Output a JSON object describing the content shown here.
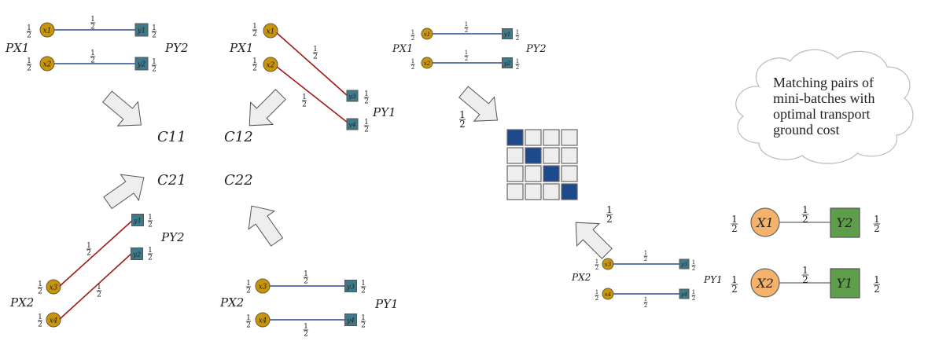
{
  "fraction": {
    "num": "1",
    "den": "2"
  },
  "cloud": {
    "lines": [
      "Matching pairs of",
      "mini-batches with",
      "optimal transport",
      "ground cost"
    ]
  },
  "cost_labels": {
    "c11": "C11",
    "c12": "C12",
    "c21": "C21",
    "c22": "C22"
  },
  "colors": {
    "x_node": "#c8960c",
    "y_node": "#3f7a8a",
    "blue_edge": "#2a4f9a",
    "red_edge": "#a01818",
    "matrix_on": "#1d4a8c",
    "matrix_off": "#eeeeee",
    "big_x": "#f4b26c",
    "big_y": "#5e9e4a",
    "arrow_fill": "#eeeeee"
  },
  "panels": [
    {
      "name": "top-left",
      "px": "PX1",
      "py": "PY2",
      "x": [
        "x1",
        "x2"
      ],
      "y": [
        "y1",
        "y2"
      ],
      "edge": "blue"
    },
    {
      "name": "top-middle",
      "px": "PX1",
      "py": "PY1",
      "x": [
        "x1",
        "x2"
      ],
      "y": [
        "y3",
        "y4"
      ],
      "edge": "red"
    },
    {
      "name": "top-right",
      "px": "PX1",
      "py": "PY2",
      "x": [
        "x1",
        "x2"
      ],
      "y": [
        "y1",
        "y2"
      ],
      "edge": "blue"
    },
    {
      "name": "bottom-left",
      "px": "PX2",
      "py": "PY2",
      "x": [
        "x3",
        "x4"
      ],
      "y": [
        "y1",
        "y2"
      ],
      "edge": "red"
    },
    {
      "name": "bottom-middle",
      "px": "PX2",
      "py": "PY1",
      "x": [
        "x3",
        "x4"
      ],
      "y": [
        "y3",
        "y4"
      ],
      "edge": "blue"
    },
    {
      "name": "bottom-right",
      "px": "PX2",
      "py": "PY1",
      "x": [
        "x3",
        "x4"
      ],
      "y": [
        "y3",
        "y4"
      ],
      "edge": "blue"
    }
  ],
  "matrix": {
    "rows": 4,
    "cols": 4,
    "selected": [
      [
        0,
        0
      ],
      [
        1,
        1
      ],
      [
        2,
        2
      ],
      [
        3,
        3
      ]
    ]
  },
  "result": {
    "pairs": [
      {
        "x": "X1",
        "y": "Y2"
      },
      {
        "x": "X2",
        "y": "Y1"
      }
    ]
  }
}
